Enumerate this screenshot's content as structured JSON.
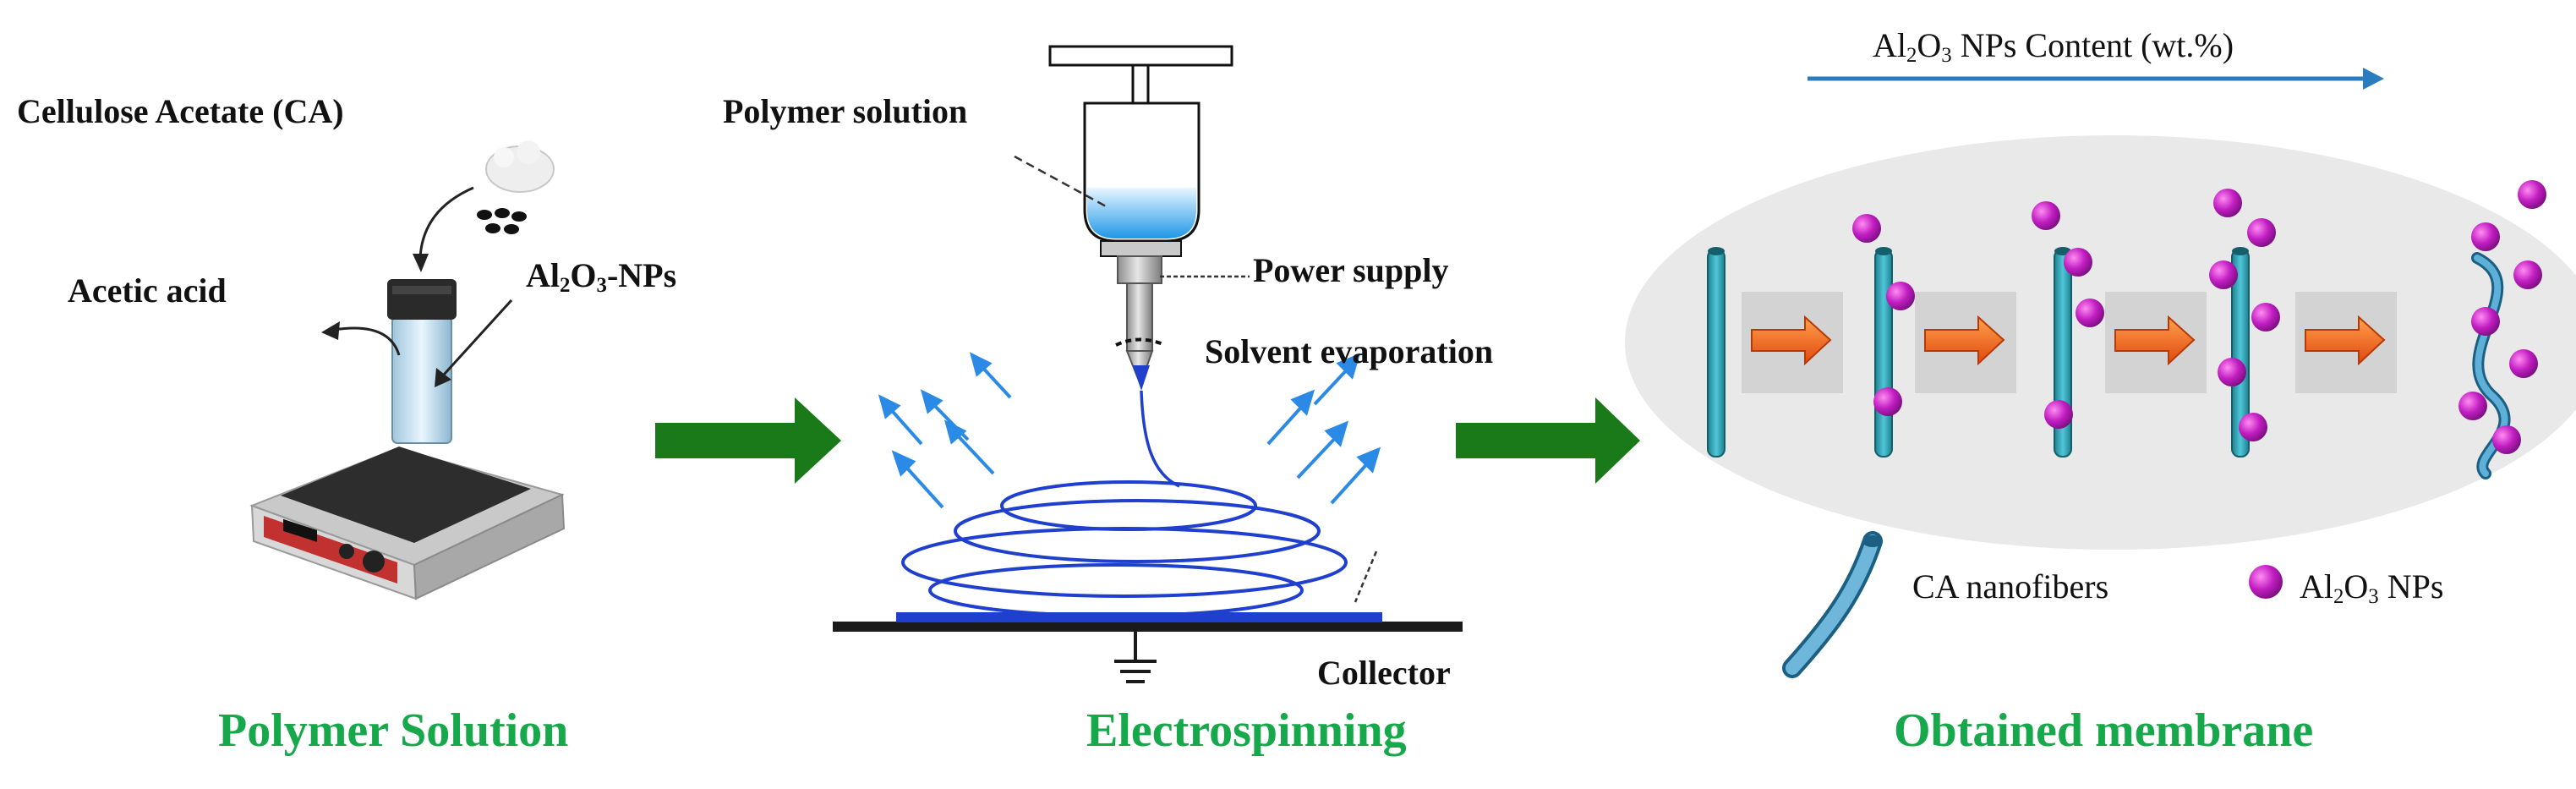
{
  "labels": {
    "cellulose_acetate": "Cellulose Acetate (CA)",
    "acetic_acid": "Acetic acid",
    "al2o3_nps_label": {
      "pre": "Al",
      "sub1": "2",
      "mid": "O",
      "sub2": "3",
      "post": "-NPs"
    },
    "polymer_solution_top": "Polymer solution",
    "power_supply": "Power supply",
    "solvent_evaporation": "Solvent evaporation",
    "collector": "Collector",
    "content_axis": {
      "pre": "Al",
      "sub1": "2",
      "mid": "O",
      "sub2": "3",
      "post": " NPs Content (wt.%)"
    },
    "legend_nanofibers": "CA nanofibers",
    "legend_nps": {
      "pre": "Al",
      "sub1": "2",
      "mid": "O",
      "sub2": "3",
      "post": " NPs"
    }
  },
  "stages": {
    "stage1": "Polymer Solution",
    "stage2": "Electrospinning",
    "stage3": "Obtained membrane"
  },
  "colors": {
    "stage_title": "#16a84a",
    "process_arrow": "#1a7a1a",
    "fiber": "#2fa6b8",
    "nanoparticle": "#c21ec2",
    "content_arrow": "#2b7bbf",
    "jet": "#1f3fcf",
    "evaporation_arrows": "#2a8ae6",
    "membrane_bg": "#e9e9e9",
    "inner_arrow": "#f06a1c"
  },
  "membrane": {
    "fibers": [
      {
        "nanoparticle_count": 0
      },
      {
        "nanoparticle_count": 3
      },
      {
        "nanoparticle_count": 4
      },
      {
        "nanoparticle_count": 6
      },
      {
        "nanoparticle_count": 7
      }
    ]
  },
  "icons": [
    "hotplate-stirrer-icon",
    "vial-icon",
    "powder-icon",
    "syringe-icon",
    "ground-symbol-icon",
    "fiber-icon",
    "nanoparticle-icon"
  ]
}
